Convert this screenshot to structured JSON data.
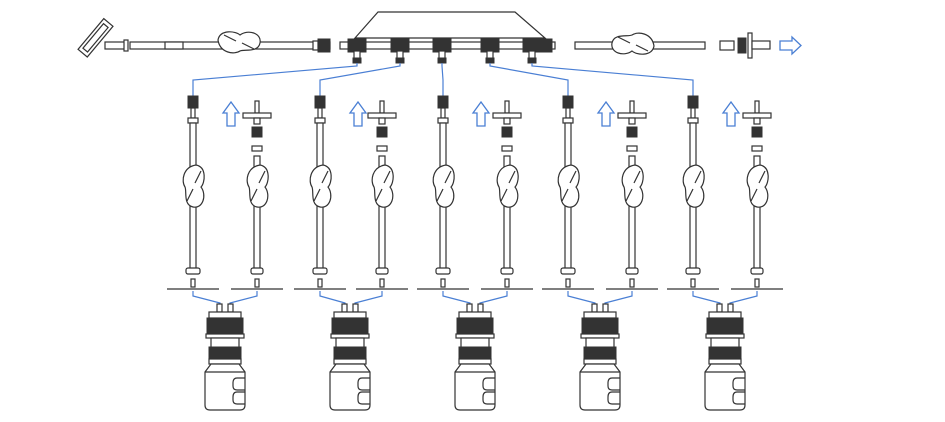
{
  "diagram": {
    "colors": {
      "line": "#333333",
      "connector": "#4a7fd4",
      "background": "#ffffff"
    },
    "assemblies": [
      {
        "id": 1
      },
      {
        "id": 2
      },
      {
        "id": 3
      },
      {
        "id": 4
      },
      {
        "id": 5
      }
    ]
  }
}
